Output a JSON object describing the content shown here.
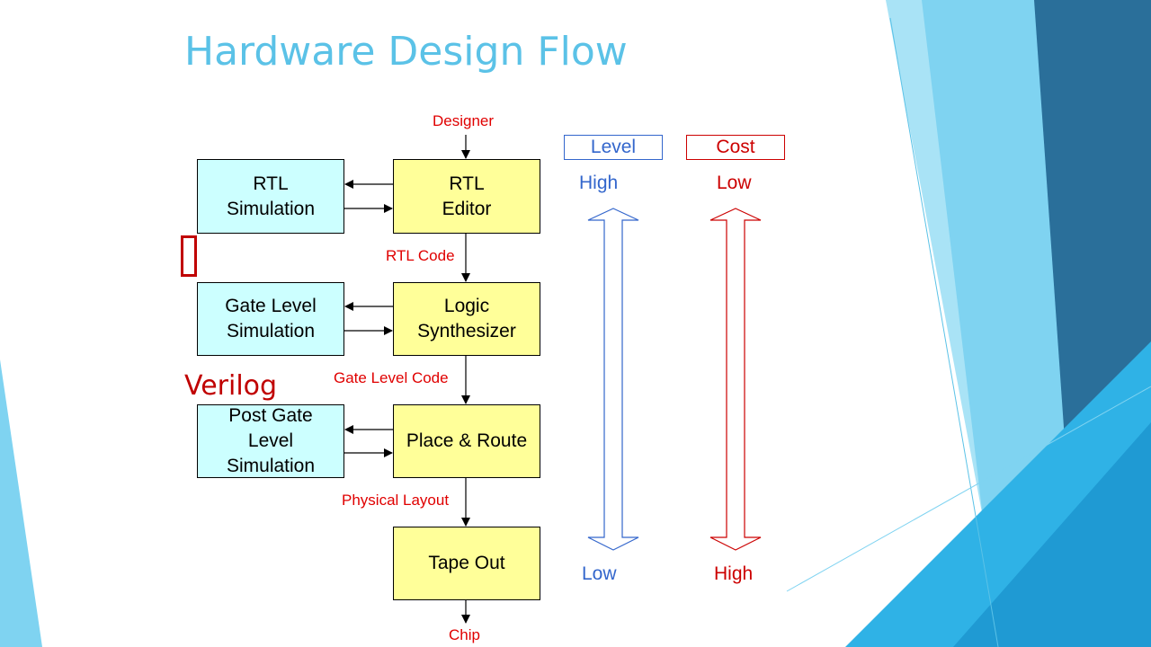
{
  "slide": {
    "title": "Hardware Design Flow",
    "note": "Verilog"
  },
  "flow": {
    "top_label": "Designer",
    "bottom_label": "Chip",
    "stages": [
      {
        "label": "RTL\nEditor",
        "side_box": "RTL\nSimulation",
        "output": "RTL Code"
      },
      {
        "label": "Logic\nSynthesizer",
        "side_box": "Gate Level\nSimulation",
        "output": "Gate Level Code"
      },
      {
        "label": "Place & Route",
        "side_box": "Post Gate\nLevel\nSimulation",
        "output": "Physical Layout"
      },
      {
        "label": "Tape Out"
      }
    ]
  },
  "scales": [
    {
      "header": "Level",
      "top": "High",
      "bottom": "Low",
      "color": "#3366cc"
    },
    {
      "header": "Cost",
      "top": "Low",
      "bottom": "High",
      "color": "#cc0000"
    }
  ],
  "colors": {
    "title": "#5bc2e7",
    "stage_fill": "#ffff99",
    "sim_fill": "#ccffff",
    "label_red": "#e00000",
    "deco_light": "#7fd3f1",
    "deco_mid": "#2fb2e6",
    "deco_dark": "#2a6f9a"
  },
  "icons": {
    "unknown_glyph": "missing-character-box-icon"
  }
}
